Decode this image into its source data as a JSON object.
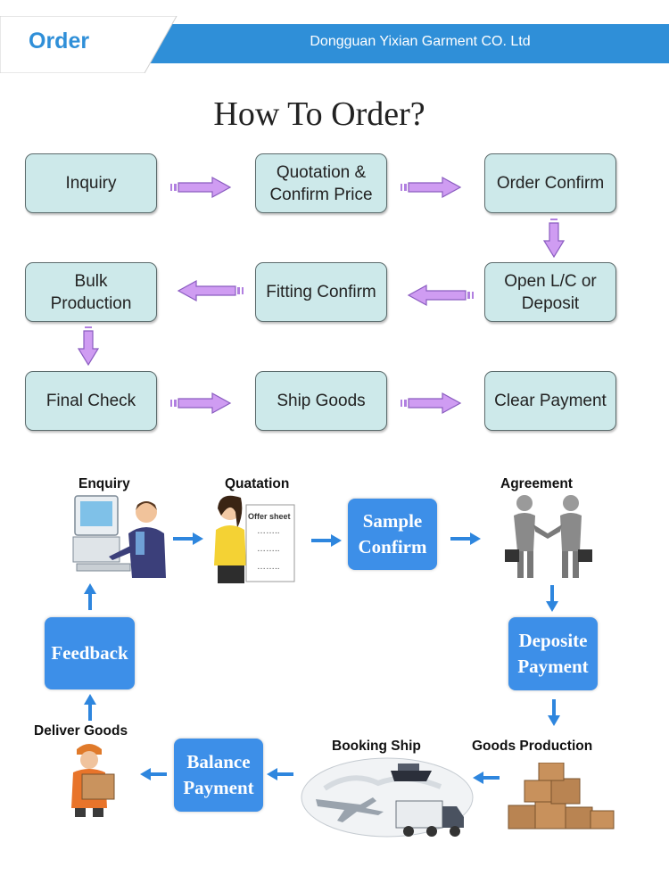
{
  "header": {
    "tab_title": "Order",
    "company": "Dongguan Yixian Garment CO. Ltd"
  },
  "flow_title": "How To Order?",
  "flow_steps": [
    "Inquiry",
    "Quotation & Confirm Price",
    "Order Confirm",
    "Open L/C or Deposit",
    "Fitting Confirm",
    "Bulk Production",
    "Final Check",
    "Ship Goods",
    "Clear Payment"
  ],
  "cycle": {
    "enquiry": "Enquiry",
    "quatation": "Quatation",
    "offer_sheet": "Offer sheet",
    "sample_confirm": "Sample Confirm",
    "agreement": "Agreement",
    "deposite_payment": "Deposite Payment",
    "goods_production": "Goods Production",
    "booking_ship": "Booking Ship",
    "balance_payment": "Balance Payment",
    "deliver_goods": "Deliver Goods",
    "feedback": "Feedback"
  },
  "colors": {
    "header_blue": "#2f8fd8",
    "box_fill": "#cde9ea",
    "arrow_purple": "#cf9cf2",
    "button_blue": "#3d8fe8",
    "cycle_arrow": "#2e86de"
  },
  "icons": [
    "computer-user-illustration",
    "offer-sheet-woman-illustration",
    "handshake-illustration",
    "stacked-boxes-illustration",
    "ship-plane-truck-illustration",
    "delivery-man-illustration"
  ]
}
